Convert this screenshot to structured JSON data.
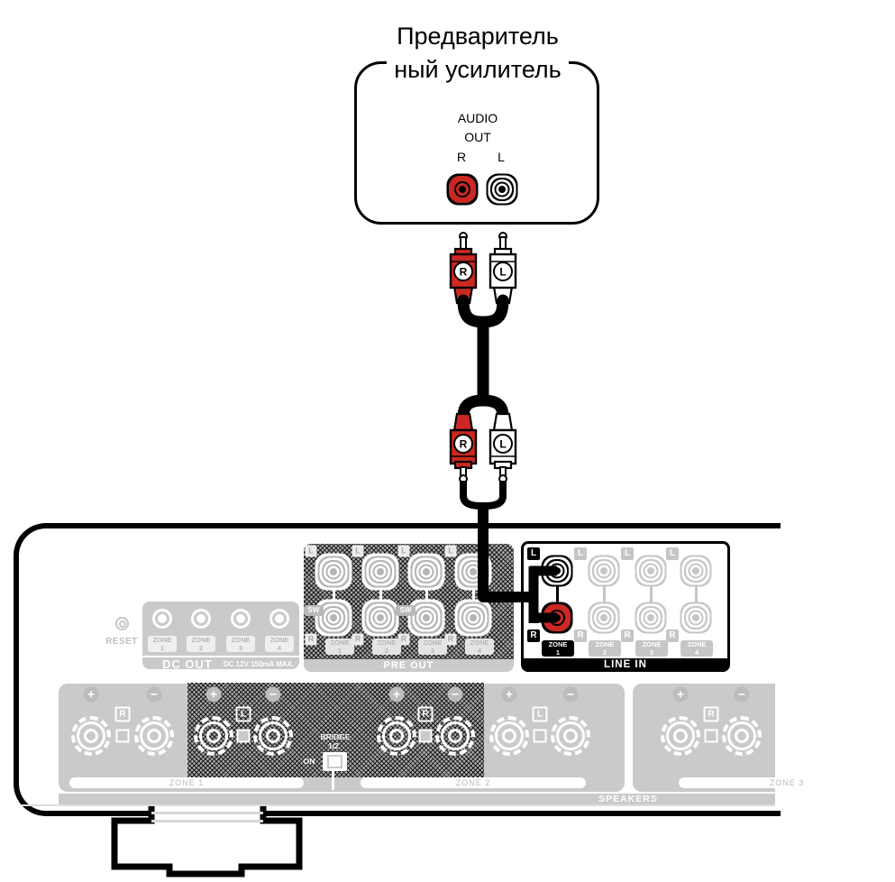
{
  "colors": {
    "red": "#cc2823",
    "panel_grey": "#cacaca",
    "label_grey": "#b9b9b9",
    "black": "#000000"
  },
  "preamp": {
    "title_line1": "Предваритель",
    "title_line2": "ный усилитель",
    "audio_label": "AUDIO",
    "out_label": "OUT",
    "jack_r_label": "R",
    "jack_l_label": "L"
  },
  "cable": {
    "plug_r_label": "R",
    "plug_l_label": "L"
  },
  "amp": {
    "reset_label": "RESET",
    "dc_out": {
      "title": "DC OUT",
      "spec": "DC 12V 150mA MAX.",
      "zones": [
        {
          "l1": "ZONE",
          "l2": "1"
        },
        {
          "l1": "ZONE",
          "l2": "2"
        },
        {
          "l1": "ZONE",
          "l2": "3"
        },
        {
          "l1": "ZONE",
          "l2": "4"
        }
      ]
    },
    "pre_out": {
      "title": "PRE OUT",
      "l_label": "L",
      "r_label": "R",
      "sw_label": "SW",
      "zones": [
        {
          "l1": "ZONE",
          "l2": "1"
        },
        {
          "l1": "ZONE",
          "l2": "2"
        },
        {
          "l1": "ZONE",
          "l2": "3"
        },
        {
          "l1": "ZONE",
          "l2": "4"
        }
      ]
    },
    "line_in": {
      "title": "LINE IN",
      "l_label": "L",
      "r_label": "R",
      "zones": [
        {
          "l1": "ZONE",
          "l2": "1"
        },
        {
          "l1": "ZONE",
          "l2": "2"
        },
        {
          "l1": "ZONE",
          "l2": "3"
        },
        {
          "l1": "ZONE",
          "l2": "4"
        }
      ]
    },
    "speakers": {
      "title": "SPEAKERS",
      "plus_label": "+",
      "minus_label": "−",
      "r_label": "R",
      "l_label": "L",
      "bridge_label": "BRIDGE",
      "bridge_mode": "1/2",
      "on_label": "ON",
      "zone_bars": [
        "ZONE 1",
        "ZONE 2",
        "ZONE 3"
      ]
    }
  }
}
